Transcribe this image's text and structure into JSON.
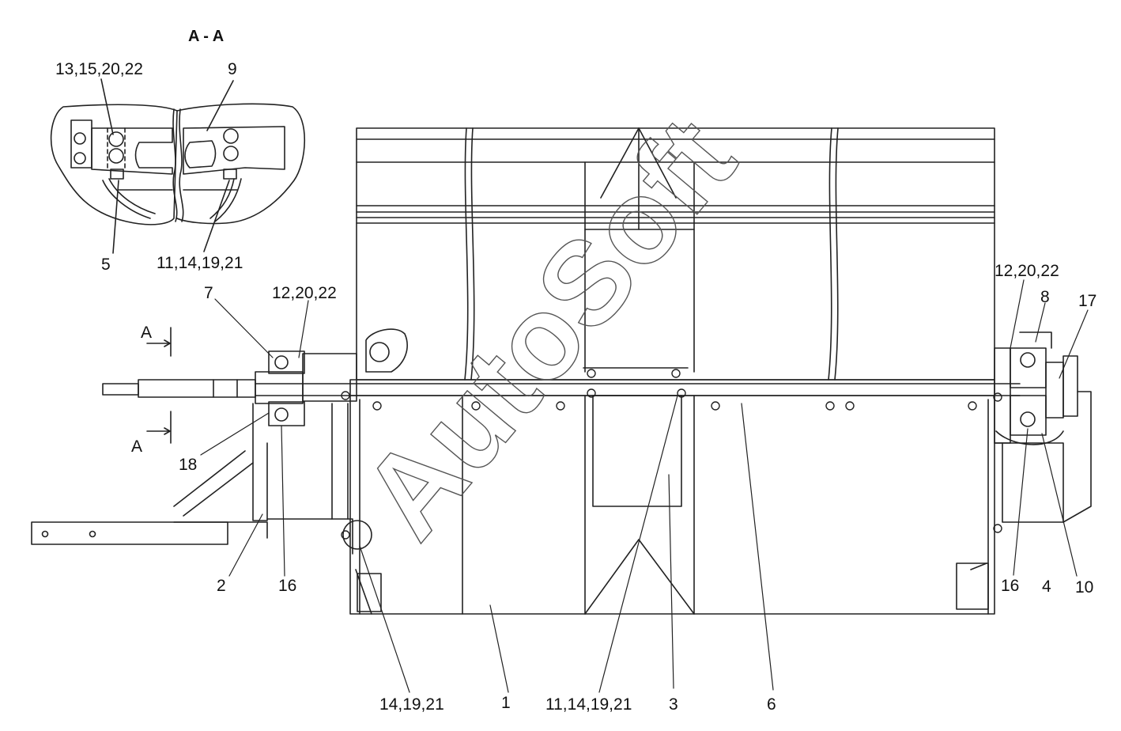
{
  "section_title": "A - A",
  "section_marks": [
    "A",
    "A"
  ],
  "watermark": "AutoSoft",
  "callouts": {
    "c_13_15_20_22": "13,15,20,22",
    "c_9": "9",
    "c_5": "5",
    "c_11_14_19_21_top": "11,14,19,21",
    "c_7": "7",
    "c_12_20_22_left": "12,20,22",
    "c_18": "18",
    "c_2": "2",
    "c_16_left": "16",
    "c_12_20_22_right": "12,20,22",
    "c_8": "8",
    "c_17": "17",
    "c_16_right": "16",
    "c_4": "4",
    "c_10": "10",
    "c_14_19_21": "14,19,21",
    "c_1": "1",
    "c_11_14_19_21_bottom": "11,14,19,21",
    "c_3": "3",
    "c_6": "6"
  }
}
